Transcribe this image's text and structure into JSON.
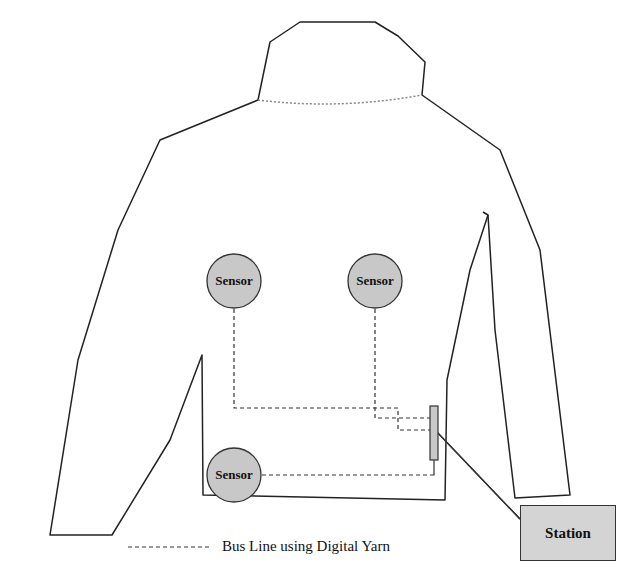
{
  "diagram": {
    "nodes": [
      {
        "text": [
          "Sensor"
        ]
      },
      {
        "text": [
          "Sensor"
        ]
      },
      {
        "text": [
          "Sensor"
        ]
      },
      {
        "text": [
          "Station"
        ]
      }
    ],
    "edges": [
      {
        "from": 0,
        "to": 3,
        "arrow": "none"
      },
      {
        "from": 1,
        "to": 3,
        "arrow": "none"
      },
      {
        "from": 2,
        "to": 3,
        "arrow": "none"
      }
    ],
    "legend": [
      {
        "text": "Bus Line using Digital Yarn"
      }
    ]
  }
}
